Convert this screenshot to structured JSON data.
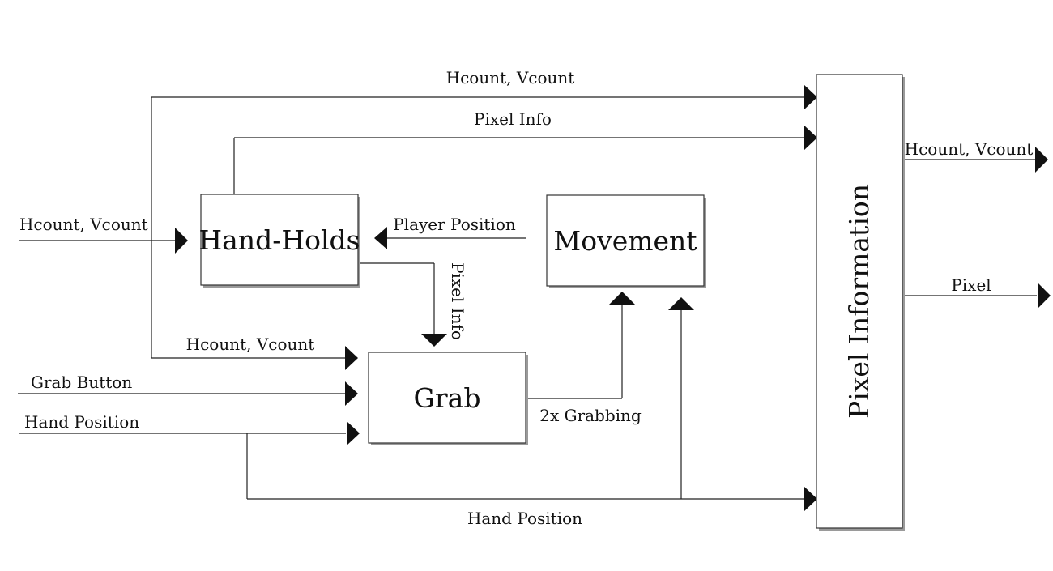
{
  "blocks": {
    "hand_holds": "Hand-Holds",
    "movement": "Movement",
    "grab": "Grab",
    "pixel_information": "Pixel Information"
  },
  "signals": {
    "top_hcount_vcount": "Hcount, Vcount",
    "top_pixel_info": "Pixel Info",
    "input_hcount_vcount": "Hcount, Vcount",
    "player_position": "Player Position",
    "handholds_pixel_info": "Pixel Info",
    "grab_hcount_vcount": "Hcount, Vcount",
    "grab_button": "Grab Button",
    "hand_position_in": "Hand Position",
    "grabbing": "2x Grabbing",
    "hand_position_bottom": "Hand Position",
    "output_hcount_vcount": "Hcount, Vcount",
    "output_pixel": "Pixel"
  }
}
